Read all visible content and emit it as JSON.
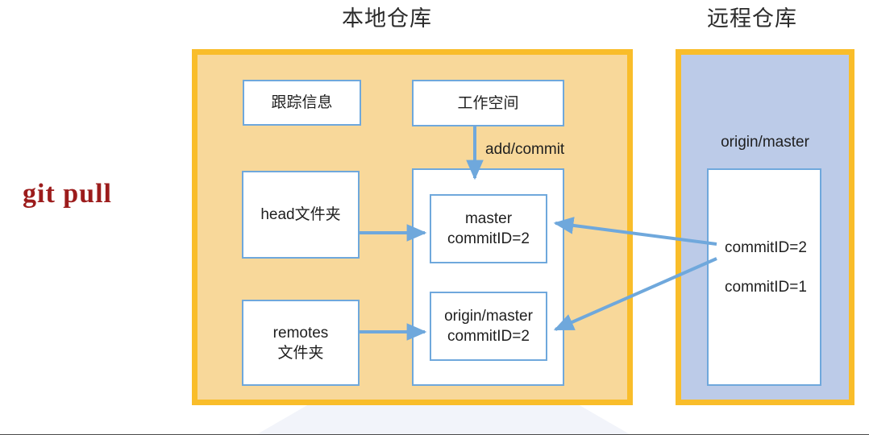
{
  "diagram": {
    "command": "git  pull",
    "command_color": "#9c1c1c",
    "accent_border": "#f9bd2a",
    "local_fill": "#f8d89a",
    "remote_fill": "#bccbe8",
    "node_border": "#6fa8dc",
    "arrow_color": "#6fa8dc",
    "local": {
      "title": "本地仓库",
      "nodes": {
        "tracking": "跟踪信息",
        "workspace": "工作空间",
        "head_folder": "head文件夹",
        "remotes_folder": "remotes\n文件夹",
        "master": "master\ncommitID=2",
        "origin_master": "origin/master\ncommitID=2"
      },
      "edges": {
        "add_commit": "add/commit"
      }
    },
    "remote": {
      "title": "远程仓库",
      "branch_label": "origin/master",
      "commits": [
        "commitID=2",
        "commitID=1"
      ]
    }
  }
}
